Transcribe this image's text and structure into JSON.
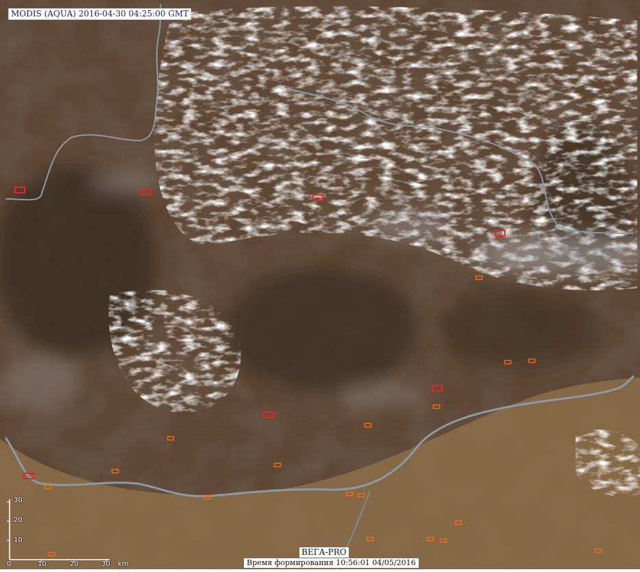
{
  "header": {
    "title": "MODIS (AQUA) 2016-04-30 04:25:00 GMT"
  },
  "footer": {
    "brand": "ВЕГА-PRO",
    "generated": "Время формирования 10:56:01 04/05/2016"
  },
  "scale": {
    "horizontal_ticks": [
      "0",
      "10",
      "20",
      "30"
    ],
    "unit": "km",
    "vertical_ticks": [
      "30",
      "20",
      "10"
    ]
  },
  "colors": {
    "terrain": "#5e4634",
    "terrain_dark": "#3a2c22",
    "plain": "#8c6e4a",
    "cloud": "#f4f4f6",
    "smoke": "#a9a7ab",
    "river": "#8c9aa5",
    "fire_red": "#e3262c",
    "fire_orange": "#f06a18"
  },
  "map": {
    "fires_red": [
      [
        29,
        277
      ],
      [
        213,
        280
      ],
      [
        464,
        288
      ],
      [
        730,
        340
      ],
      [
        638,
        566
      ],
      [
        392,
        605
      ],
      [
        42,
        694
      ]
    ],
    "fires_orange": [
      [
        699,
        405
      ],
      [
        741,
        528
      ],
      [
        776,
        526
      ],
      [
        637,
        593
      ],
      [
        537,
        620
      ],
      [
        249,
        639
      ],
      [
        168,
        687
      ],
      [
        405,
        678
      ],
      [
        70,
        710
      ],
      [
        303,
        725
      ],
      [
        510,
        720
      ],
      [
        527,
        722
      ],
      [
        669,
        762
      ],
      [
        628,
        786
      ],
      [
        647,
        788
      ],
      [
        540,
        786
      ],
      [
        75,
        808
      ],
      [
        873,
        803
      ]
    ]
  }
}
